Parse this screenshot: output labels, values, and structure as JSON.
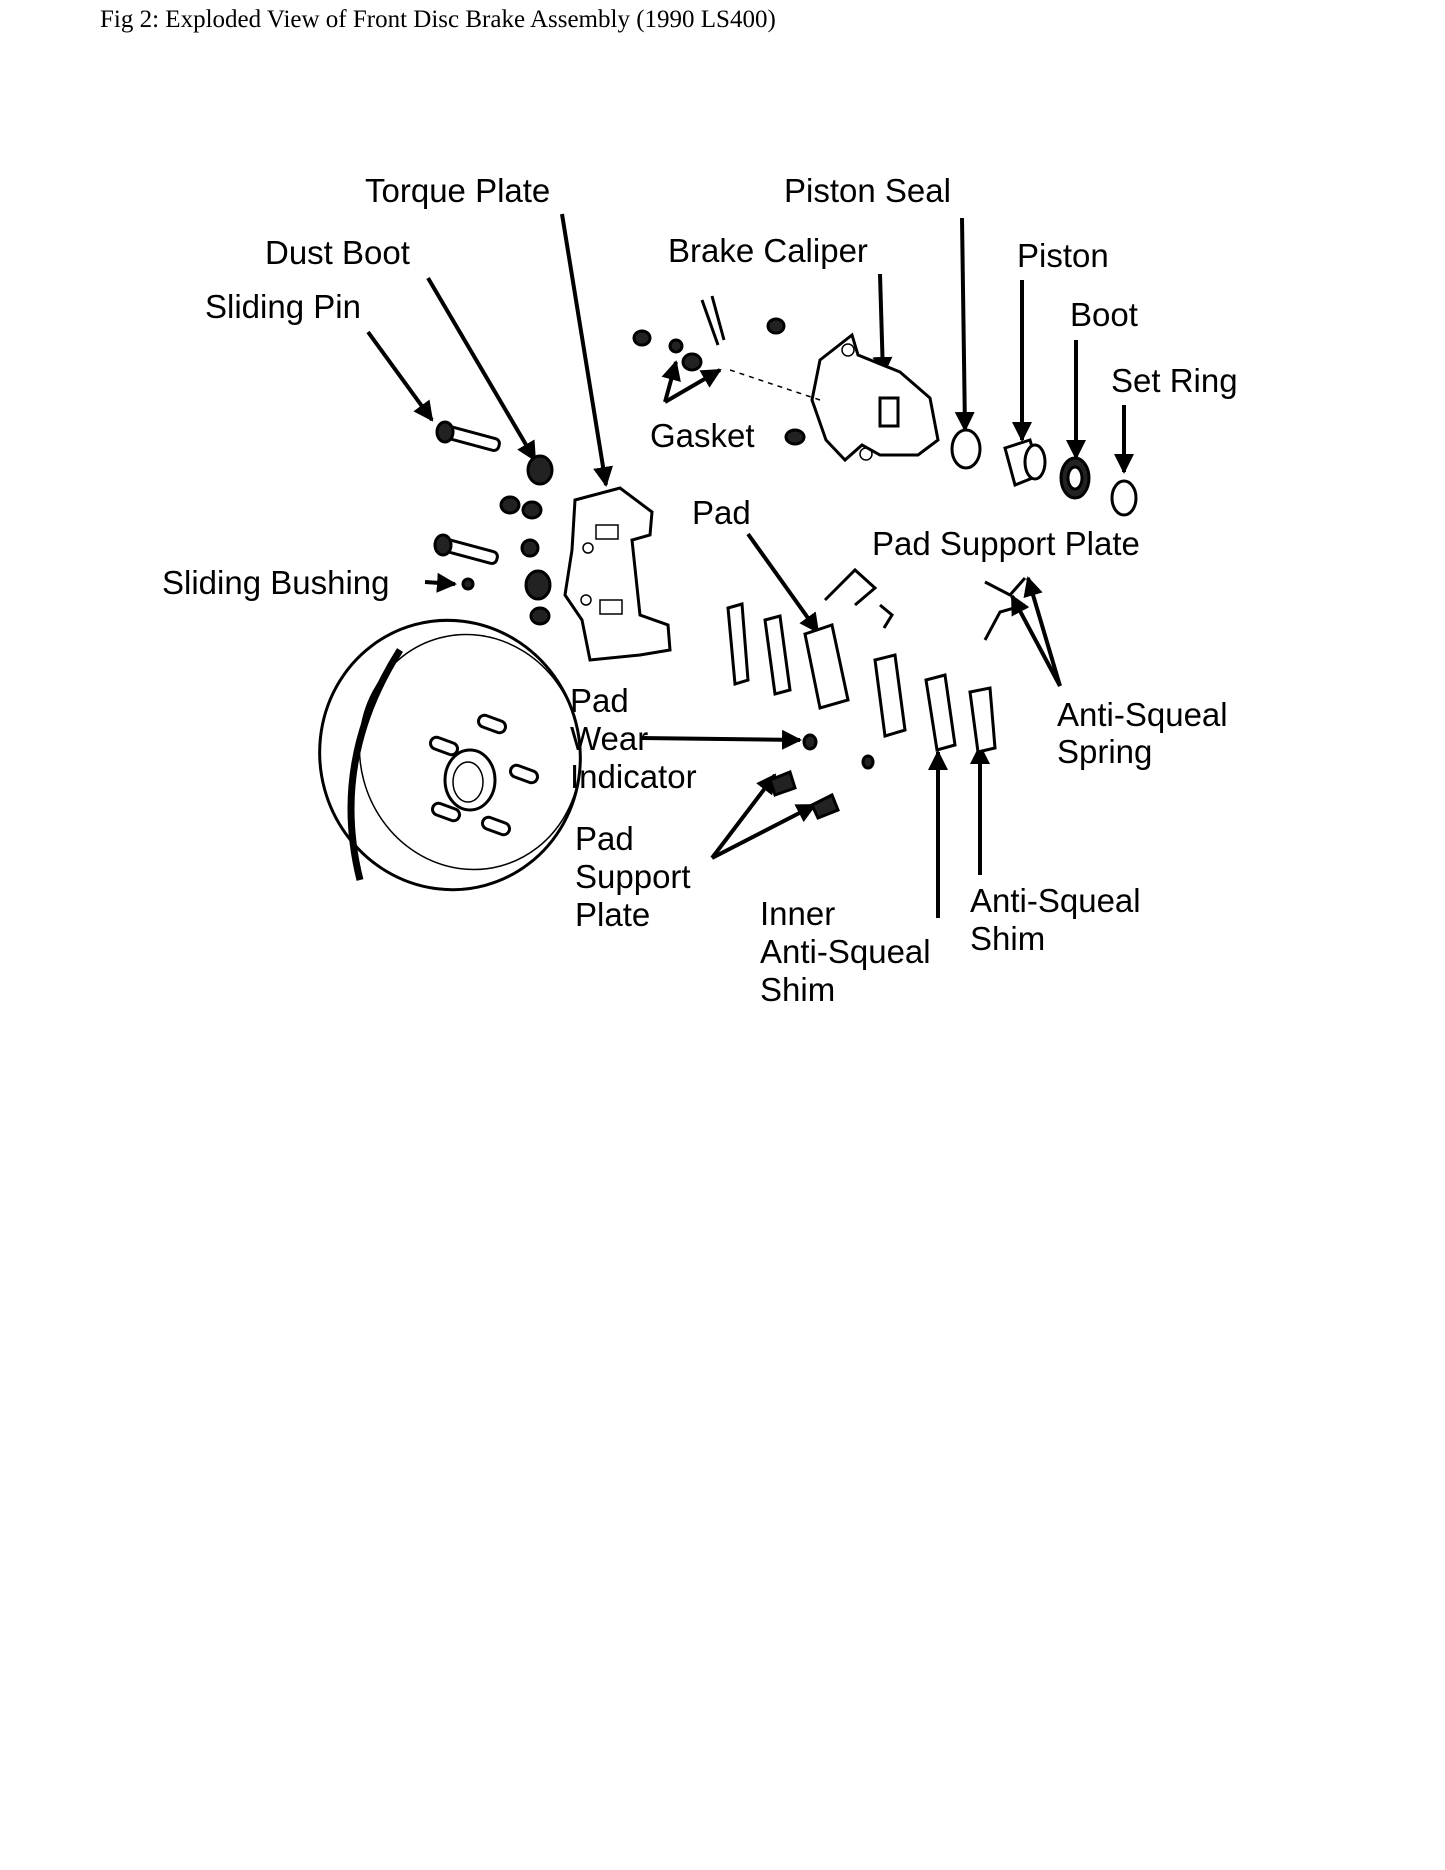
{
  "caption": "Fig 2: Exploded View of Front Disc Brake Assembly (1990 LS400)",
  "labels": {
    "torque_plate": "Torque Plate",
    "piston_seal": "Piston Seal",
    "dust_boot": "Dust Boot",
    "brake_caliper": "Brake Caliper",
    "piston": "Piston",
    "sliding_pin": "Sliding Pin",
    "boot": "Boot",
    "set_ring": "Set Ring",
    "gasket": "Gasket",
    "pad": "Pad",
    "pad_support_plate_top": "Pad Support Plate",
    "sliding_bushing": "Sliding Bushing",
    "anti_squeal_spring_1": "Anti-Squeal",
    "anti_squeal_spring_2": "Spring",
    "pad_wear_1": "Pad",
    "pad_wear_2": "Wear",
    "pad_wear_3": "Indicator",
    "pad_support_1": "Pad",
    "pad_support_2": "Support",
    "pad_support_3": "Plate",
    "anti_squeal_shim_1": "Anti-Squeal",
    "anti_squeal_shim_2": "Shim",
    "inner_shim_1": "Inner",
    "inner_shim_2": "Anti-Squeal",
    "inner_shim_3": "Shim"
  }
}
